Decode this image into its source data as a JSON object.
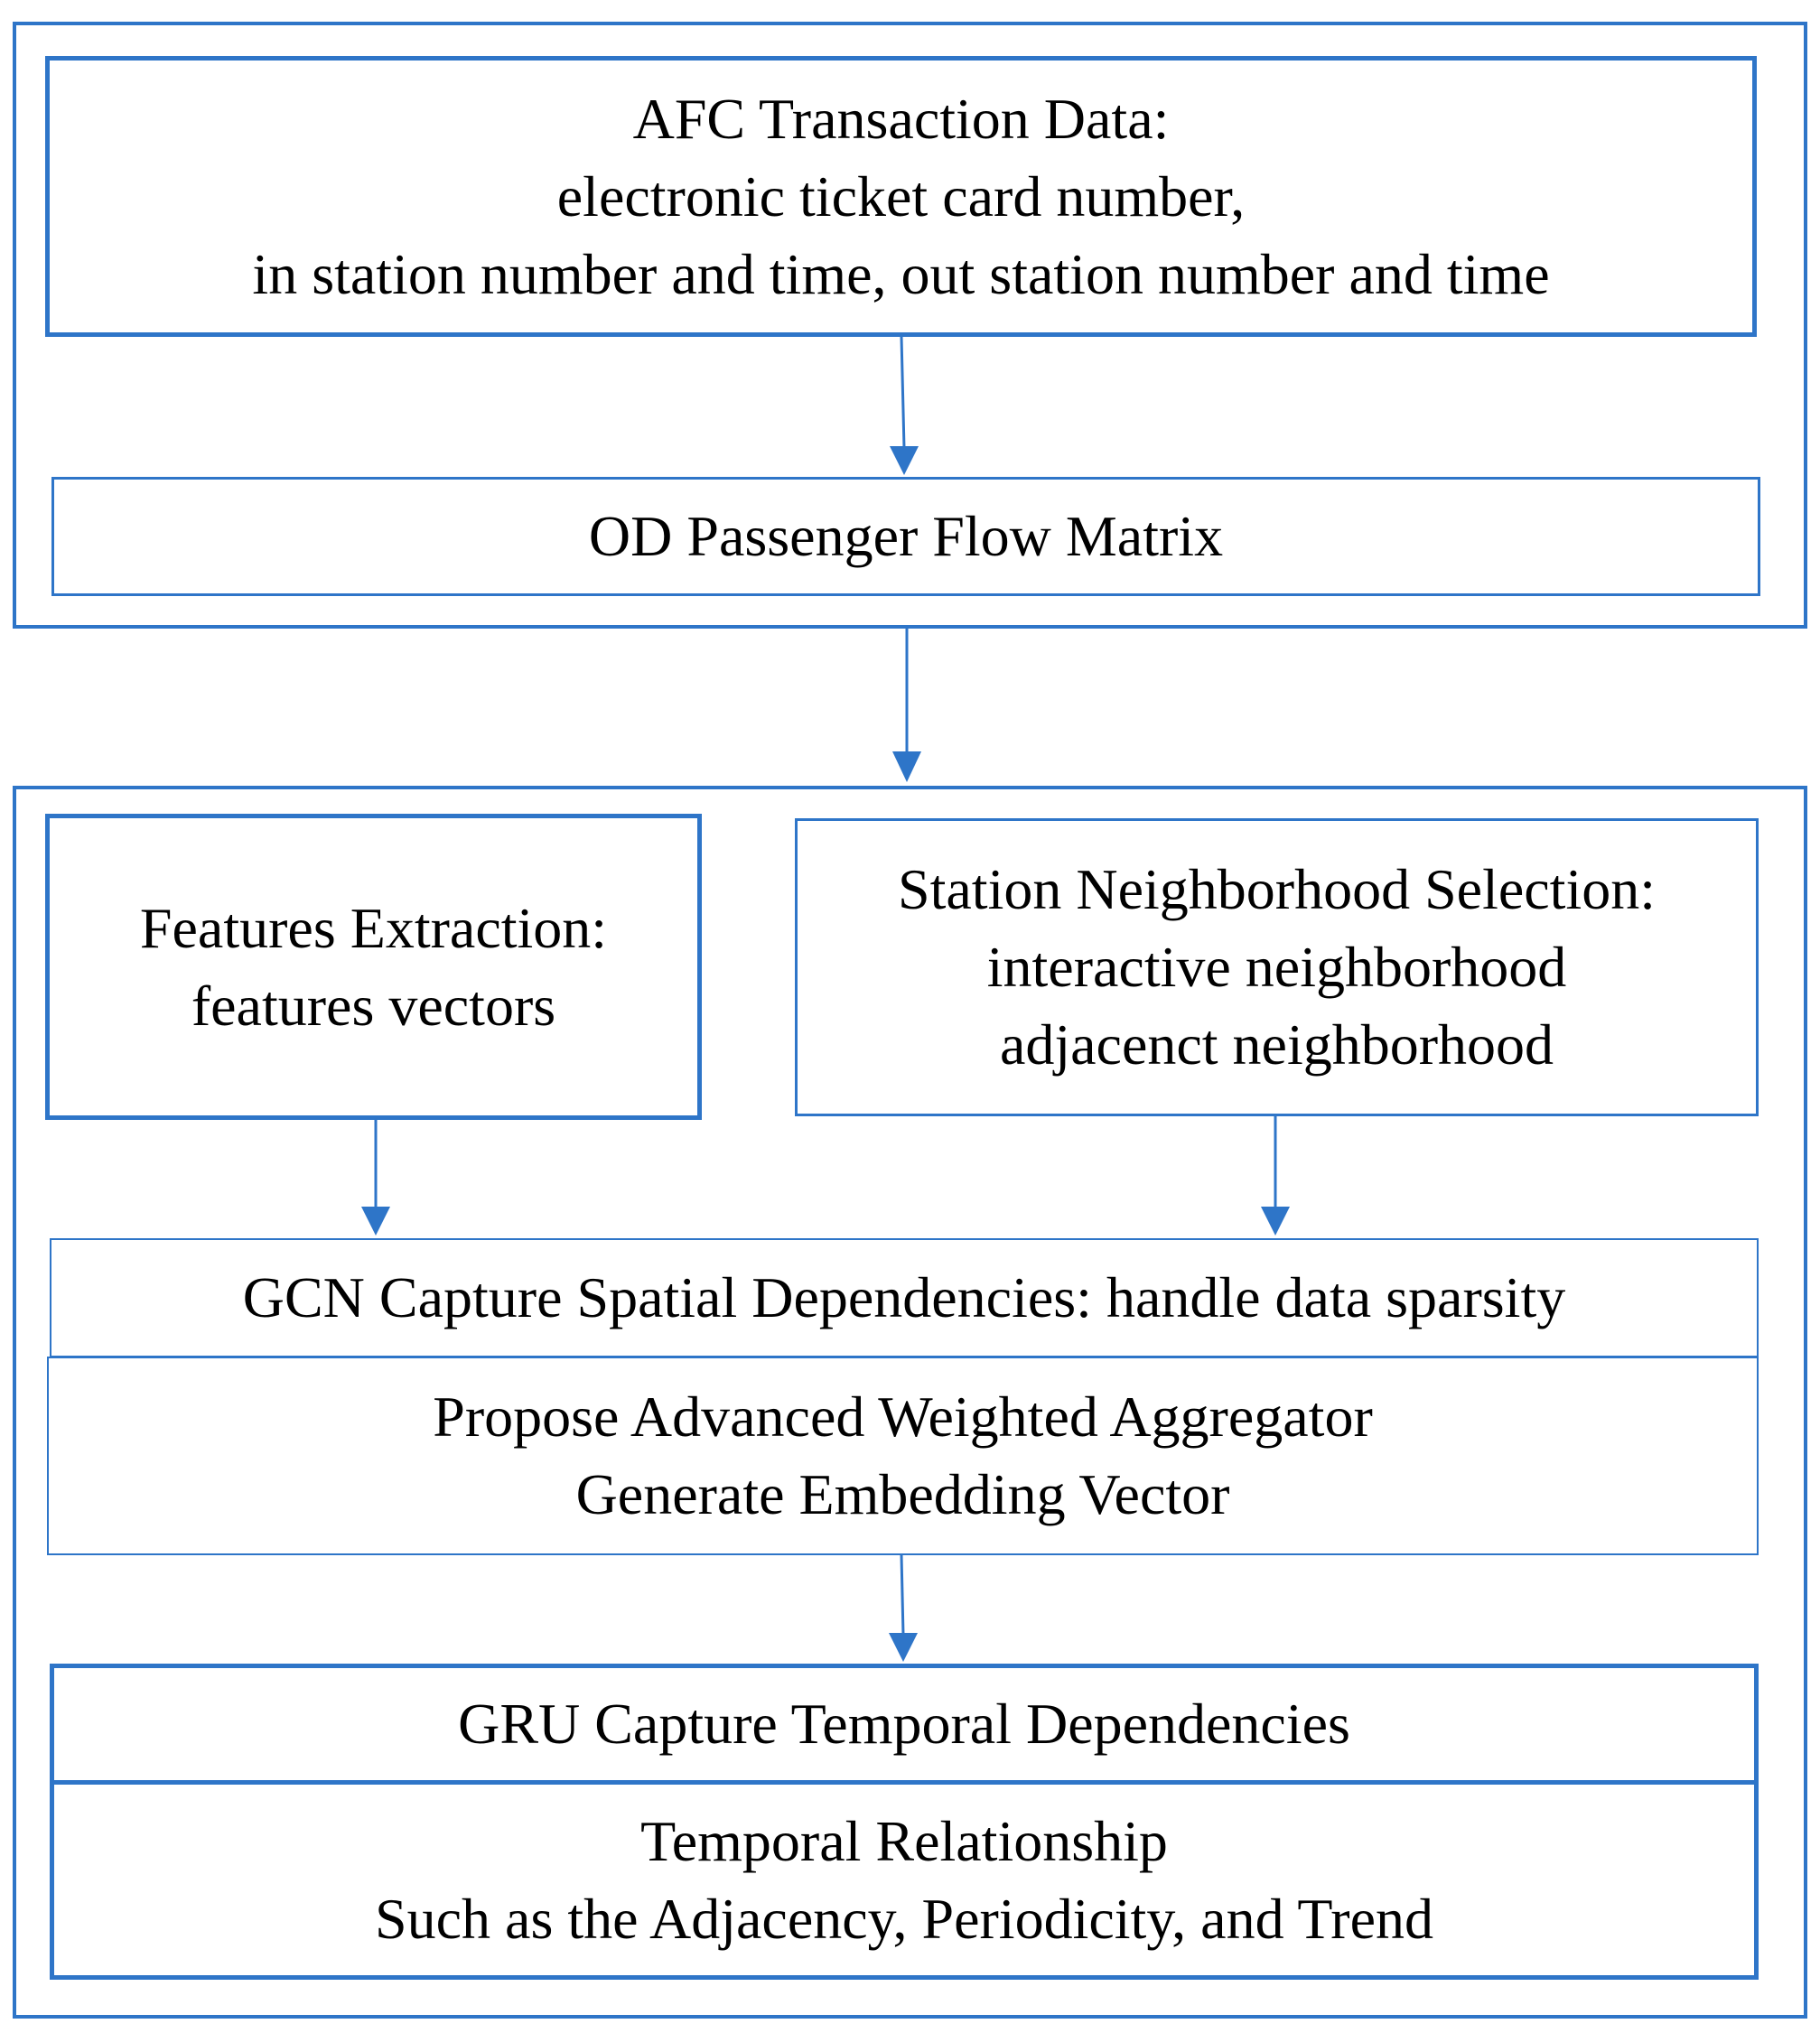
{
  "afc_box": {
    "title": "AFC Transaction Data:",
    "line1": "electronic ticket card number,",
    "line2": "in station number and time, out station number and time"
  },
  "od_box": {
    "label": "OD Passenger Flow Matrix"
  },
  "features_box": {
    "title": "Features Extraction:",
    "line1": "features vectors"
  },
  "neighborhood_box": {
    "title": "Station Neighborhood Selection:",
    "line1": "interactive neighborhood",
    "line2": "adjacenct neighborhood"
  },
  "gcn_box": {
    "label": "GCN Capture Spatial Dependencies: handle data sparsity"
  },
  "aggregator_box": {
    "line1": "Propose Advanced Weighted Aggregator",
    "line2": "Generate Embedding Vector"
  },
  "gru_box": {
    "label": "GRU Capture Temporal Dependencies"
  },
  "temporal_box": {
    "line1": "Temporal Relationship",
    "line2": "Such as the Adjacency, Periodicity, and Trend"
  },
  "colors": {
    "accent": "#2e75c8",
    "text": "#000000",
    "background": "#ffffff"
  }
}
